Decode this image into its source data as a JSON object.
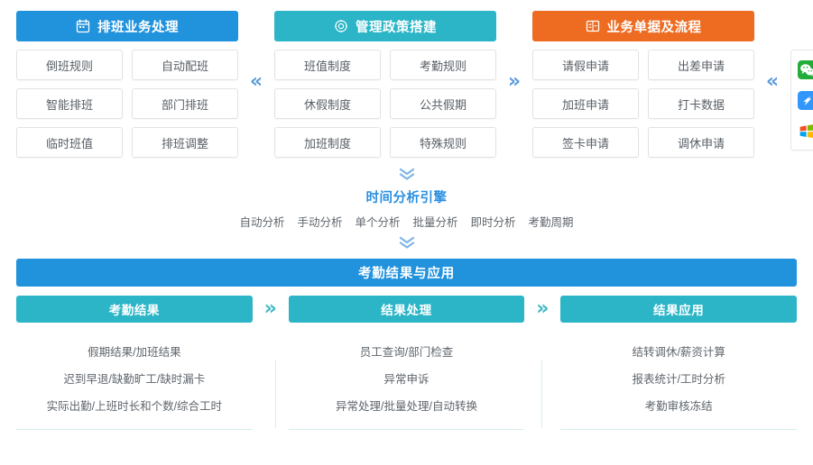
{
  "top_modules": [
    {
      "id": "scheduling",
      "title": "排班业务处理",
      "icon": "calendar-icon",
      "color": "#2192dc",
      "cells": [
        "倒班规则",
        "自动配班",
        "智能排班",
        "部门排班",
        "临时班值",
        "排班调整"
      ]
    },
    {
      "id": "policy",
      "title": "管理政策搭建",
      "icon": "settings-gear-icon",
      "color": "#2bb5c7",
      "cells": [
        "班值制度",
        "考勤规则",
        "休假制度",
        "公共假期",
        "加班制度",
        "特殊规则"
      ]
    },
    {
      "id": "documents",
      "title": "业务单据及流程",
      "icon": "document-form-icon",
      "color": "#ed6c22",
      "cells": [
        "请假申请",
        "出差申请",
        "加班申请",
        "打卡数据",
        "签卡申请",
        "调休申请"
      ]
    }
  ],
  "connectors": {
    "col1_to_col2": "«",
    "col2_to_col3": "»",
    "col3_to_rail": "«",
    "card1_to_card2": "»",
    "card2_to_card3": "»",
    "down_top": "⌄⌄",
    "down_bottom": "⌄⌄"
  },
  "app_rail": {
    "name": "integration-apps",
    "apps": [
      {
        "name": "wechat-icon",
        "label": "微信",
        "color": "#22ac38"
      },
      {
        "name": "dingtalk-icon",
        "label": "钉钉",
        "color": "#3296fa"
      },
      {
        "name": "windows-icon",
        "label": "Windows",
        "color": "#f25022"
      }
    ]
  },
  "engine": {
    "title": "时间分析引擎",
    "items": [
      "自动分析",
      "手动分析",
      "单个分析",
      "批量分析",
      "即时分析",
      "考勤周期"
    ]
  },
  "results": {
    "banner": "考勤结果与应用",
    "cards": [
      {
        "title": "考勤结果",
        "lines": [
          "假期结果/加班结果",
          "迟到早退/缺勤旷工/缺时漏卡",
          "实际出勤/上班时长和个数/综合工时"
        ]
      },
      {
        "title": "结果处理",
        "lines": [
          "员工查询/部门检查",
          "异常申诉",
          "异常处理/批量处理/自动转换"
        ]
      },
      {
        "title": "结果应用",
        "lines": [
          "结转调休/薪资计算",
          "报表统计/工时分析",
          "考勤审核冻结"
        ]
      }
    ]
  },
  "theme": {
    "blue": "#2192dc",
    "teal": "#2bb5c7",
    "orange": "#ed6c22",
    "cell_border": "#dfe3e6",
    "text": "#585f66"
  }
}
